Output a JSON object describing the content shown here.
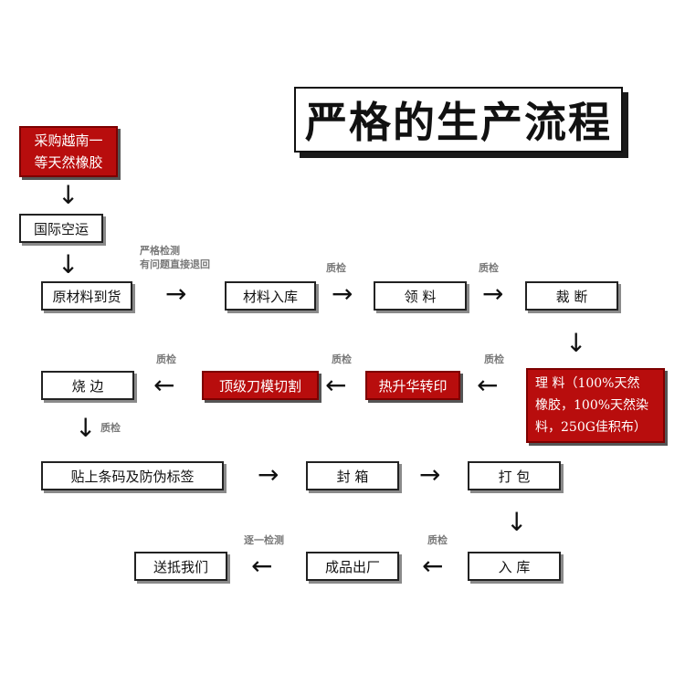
{
  "title": "严格的生产流程",
  "steps": {
    "purchase_line1": "采购越南一",
    "purchase_line2": "等天然橡胶",
    "air": "国际空运",
    "raw": "原材料到货",
    "warehouse_in": "材料入库",
    "collect": "领 料",
    "cut": "裁 断",
    "sort_line1": "理 料（100%天然",
    "sort_line2": "橡胶，100%天然染",
    "sort_line3": "料，250G佳积布）",
    "hot_transfer": "热升华转印",
    "die_cut": "顶级刀模切割",
    "edge": "烧 边",
    "label": "贴上条码及防伪标签",
    "seal": "封 箱",
    "pack": "打 包",
    "stock": "入 库",
    "factory_out": "成品出厂",
    "deliver": "送抵我们"
  },
  "notes": {
    "strict_line1": "严格检测",
    "strict_line2": "有问题直接退回",
    "qc1": "质检",
    "qc2": "质检",
    "qc3": "质检",
    "qc4": "质检",
    "qc5": "质检",
    "qc6": "质检",
    "qc7": "质检",
    "each": "逐一检测"
  },
  "arrows": {
    "down": "↓",
    "right": "→",
    "left": "←"
  },
  "colors": {
    "accent_red": "#b80d0d",
    "note_gray": "#7a7a7a"
  }
}
